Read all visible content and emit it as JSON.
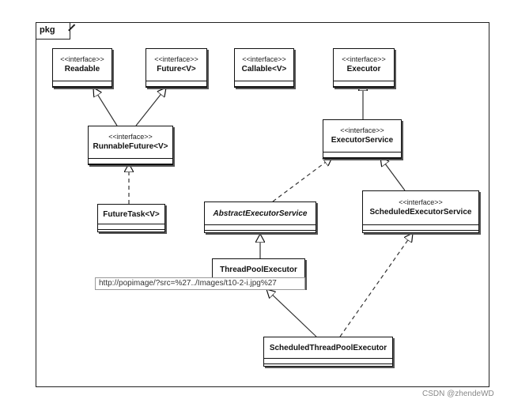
{
  "package": {
    "label": "pkg"
  },
  "classes": {
    "readable": {
      "stereotype": "<<interface>>",
      "name": "Readable"
    },
    "future": {
      "stereotype": "<<interface>>",
      "name": "Future<V>"
    },
    "callable": {
      "stereotype": "<<interface>>",
      "name": "Callable<V>"
    },
    "executor": {
      "stereotype": "<<interface>>",
      "name": "Executor"
    },
    "runnable_future": {
      "stereotype": "<<interface>>",
      "name": "RunnableFuture<V>"
    },
    "executor_service": {
      "stereotype": "<<interface>>",
      "name": "ExecutorService"
    },
    "future_task": {
      "name": "FutureTask<V>"
    },
    "abstract_executor_service": {
      "name": "AbstractExecutorService"
    },
    "scheduled_executor_service": {
      "stereotype": "<<interface>>",
      "name": "ScheduledExecutorService"
    },
    "thread_pool_executor": {
      "name": "ThreadPoolExecutor"
    },
    "scheduled_thread_pool_executor": {
      "name": "ScheduledThreadPoolExecutor"
    }
  },
  "tooltip": {
    "text": "http://popimage/?src=%27../Images/t10-2-i.jpg%27"
  },
  "watermark": {
    "text": "CSDN @zhendeWD"
  }
}
